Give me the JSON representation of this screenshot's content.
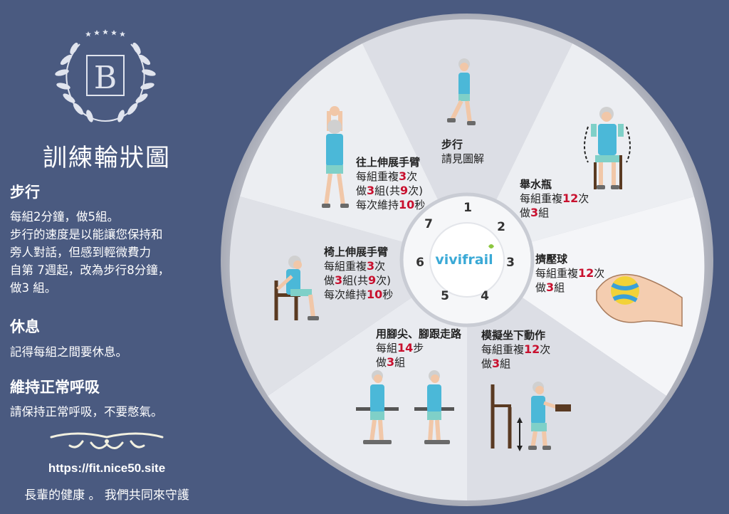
{
  "left": {
    "logo_letter": "B",
    "title": "訓練輪狀圖",
    "walking": {
      "heading": "步行",
      "lines": [
        "每組2分鐘，做5組。",
        "步行的速度是以能讓您保持和",
        "旁人對話，但感到輕微費力",
        "自第 7週起，改為步行8分鐘，",
        "做3 組。"
      ]
    },
    "rest": {
      "heading": "休息",
      "text": "記得每組之間要休息。"
    },
    "breathing": {
      "heading": "維持正常呼吸",
      "text": "請保持正常呼吸，不要憋氣。"
    },
    "url": "https://fit.nice50.site",
    "slogan": "長輩的健康 。 我們共同來守護"
  },
  "wheel": {
    "center_logo": "vivifrail",
    "numbers": [
      "1",
      "2",
      "3",
      "4",
      "5",
      "6",
      "7"
    ],
    "exercises": [
      {
        "id": "walk",
        "title": "步行",
        "lines": [
          [
            "請見圖解"
          ]
        ]
      },
      {
        "id": "bottle",
        "title": "舉水瓶",
        "lines": [
          [
            "每組重複",
            "12",
            "次"
          ],
          [
            "做",
            "3",
            "組"
          ]
        ]
      },
      {
        "id": "ball",
        "title": "擠壓球",
        "lines": [
          [
            "每組重複",
            "12",
            "次"
          ],
          [
            "做",
            "3",
            "組"
          ]
        ]
      },
      {
        "id": "squat",
        "title": "模擬坐下動作",
        "lines": [
          [
            "每組重複",
            "12",
            "次"
          ],
          [
            "做",
            "3",
            "組"
          ]
        ]
      },
      {
        "id": "heel",
        "title": "用腳尖、腳跟走路",
        "lines": [
          [
            "每組",
            "14",
            "步"
          ],
          [
            "做",
            "3",
            "組"
          ]
        ]
      },
      {
        "id": "chair",
        "title": "椅上伸展手臂",
        "lines": [
          [
            "每組重複",
            "3",
            "次"
          ],
          [
            "做",
            "3",
            "組(共",
            "9",
            "次)"
          ],
          [
            "每次維持",
            "10",
            "秒"
          ]
        ]
      },
      {
        "id": "up",
        "title": "往上伸展手臂",
        "lines": [
          [
            "每組重複",
            "3",
            "次"
          ],
          [
            "做",
            "3",
            "組(共",
            "9",
            "次)"
          ],
          [
            "每次維持",
            "10",
            "秒"
          ]
        ]
      }
    ]
  },
  "colors": {
    "background": "#4a5a80",
    "highlight": "#c8102e",
    "shirt": "#4bb8d8",
    "shorts": "#7fd0c8",
    "hair": "#d0d0d0",
    "chair": "#5a3a22"
  }
}
